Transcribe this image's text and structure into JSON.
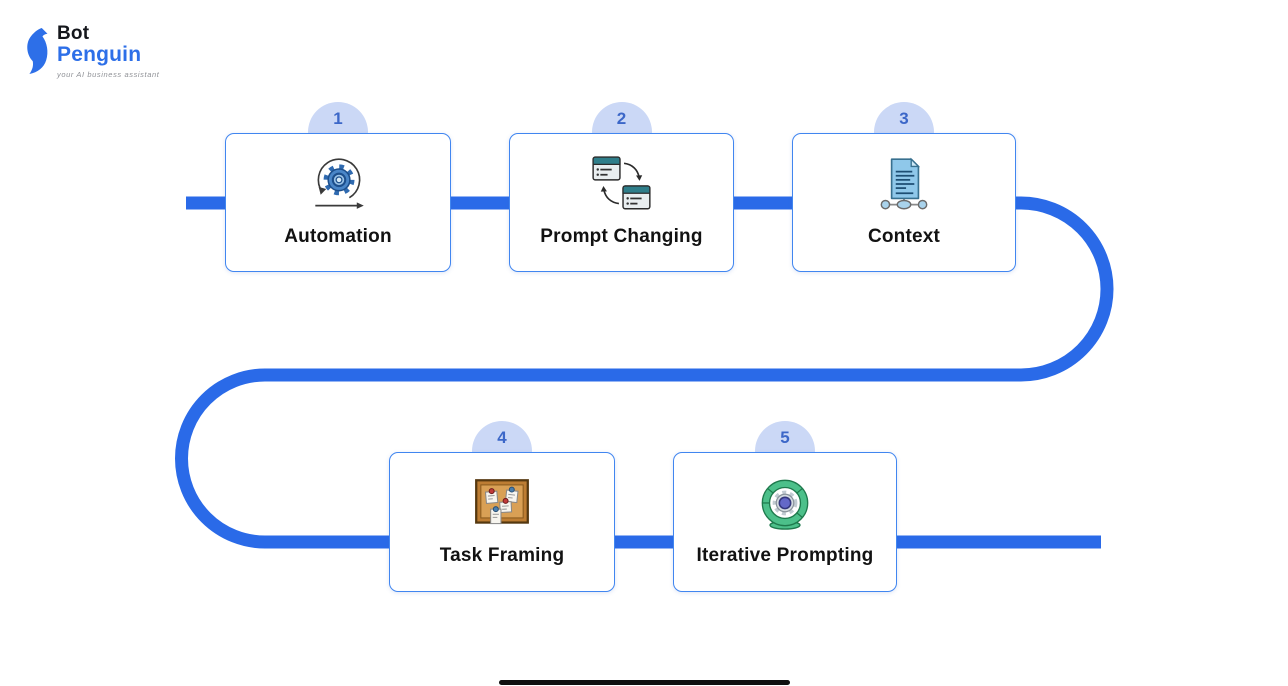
{
  "logo": {
    "brand_top": "Bot",
    "brand_bottom": "Penguin",
    "tagline": "your AI business assistant",
    "brand_color": "#2d6fe8",
    "icon": "penguin-icon"
  },
  "flow": {
    "line_color": "#2a6ae8",
    "badge_background": "#cbd8f6",
    "badge_text_color": "#3c67c8",
    "card_border_color": "#4186f0",
    "shape": "s-curve-left-to-right"
  },
  "steps": [
    {
      "number": "1",
      "label": "Automation",
      "icon": "automation-loop-gear-icon"
    },
    {
      "number": "2",
      "label": "Prompt Changing",
      "icon": "swap-windows-icon"
    },
    {
      "number": "3",
      "label": "Context",
      "icon": "document-network-icon"
    },
    {
      "number": "4",
      "label": "Task Framing",
      "icon": "corkboard-notes-icon"
    },
    {
      "number": "5",
      "label": "Iterative Prompting",
      "icon": "iterative-loop-gear-icon"
    }
  ]
}
